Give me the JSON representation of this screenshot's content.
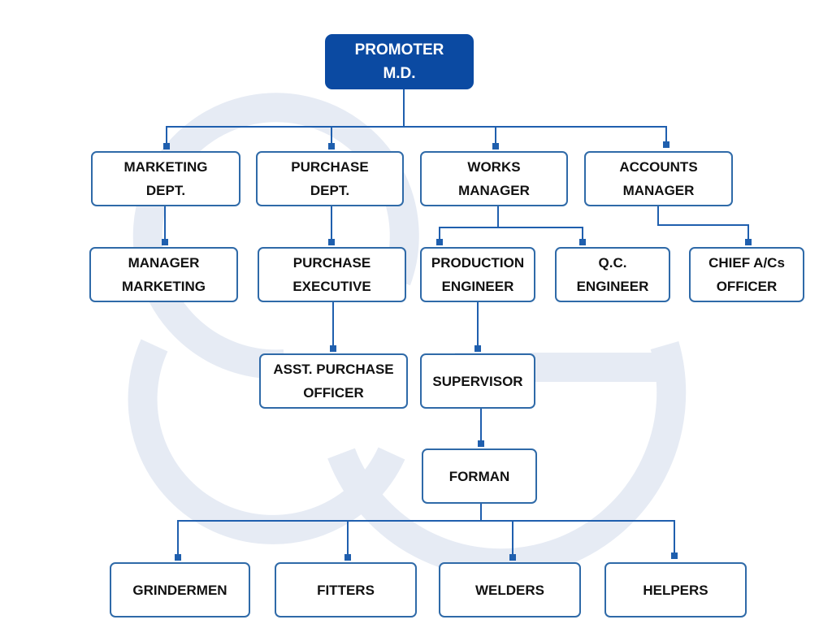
{
  "colors": {
    "root_fill": "#0b4aa2",
    "box_border": "#2f6aa8",
    "connector": "#1f5fae",
    "watermark": "#e6ebf4"
  },
  "watermark": {
    "icon": "sg-logo-watermark"
  },
  "nodes": {
    "promoter": [
      "PROMOTER",
      "M.D."
    ],
    "marketing": [
      "MARKETING",
      "DEPT."
    ],
    "purchase": [
      "PURCHASE",
      "DEPT."
    ],
    "works": [
      "WORKS",
      "MANAGER"
    ],
    "accounts": [
      "ACCOUNTS",
      "MANAGER"
    ],
    "mgr_marketing": [
      "MANAGER",
      "MARKETING"
    ],
    "purchase_exec": [
      "PURCHASE",
      "EXECUTIVE"
    ],
    "production": [
      "PRODUCTION",
      "ENGINEER"
    ],
    "qc": [
      "Q.C.",
      "ENGINEER"
    ],
    "chief_accounts": [
      "CHIEF A/Cs",
      "OFFICER"
    ],
    "asst_purchase": [
      "ASST. PURCHASE",
      "OFFICER"
    ],
    "supervisor": [
      "SUPERVISOR"
    ],
    "forman": [
      "FORMAN"
    ],
    "grindermen": [
      "GRINDERMEN"
    ],
    "fitters": [
      "FITTERS"
    ],
    "welders": [
      "WELDERS"
    ],
    "helpers": [
      "HELPERS"
    ]
  },
  "edges": [
    [
      "promoter",
      "marketing"
    ],
    [
      "promoter",
      "purchase"
    ],
    [
      "promoter",
      "works"
    ],
    [
      "promoter",
      "accounts"
    ],
    [
      "marketing",
      "mgr_marketing"
    ],
    [
      "purchase",
      "purchase_exec"
    ],
    [
      "purchase_exec",
      "asst_purchase"
    ],
    [
      "works",
      "production"
    ],
    [
      "works",
      "qc"
    ],
    [
      "accounts",
      "chief_accounts"
    ],
    [
      "production",
      "supervisor"
    ],
    [
      "supervisor",
      "forman"
    ],
    [
      "forman",
      "grindermen"
    ],
    [
      "forman",
      "fitters"
    ],
    [
      "forman",
      "welders"
    ],
    [
      "forman",
      "helpers"
    ]
  ]
}
